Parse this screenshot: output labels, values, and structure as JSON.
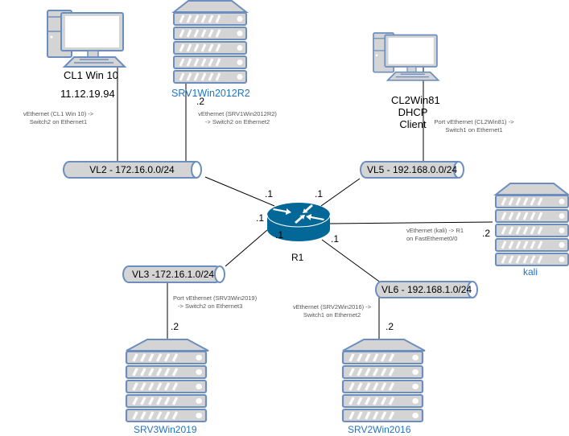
{
  "diagram": {
    "colors": {
      "device_fill": "#d4d4d4",
      "device_stroke": "#6c8ebf",
      "router_fill": "#036897",
      "router_arrow": "#ffffff",
      "link": "#000000",
      "hostname_blue": "#1f73c6",
      "note_text": "#555555"
    },
    "devices": {
      "cl1": {
        "name": "CL1 Win 10",
        "ip": "11.12.19.94",
        "type": "pc"
      },
      "srv1": {
        "name": "SRV1Win2012R2",
        "type": "server"
      },
      "cl2": {
        "name_lines": [
          "CL2Win81",
          "DHCP",
          "Client"
        ],
        "type": "pc"
      },
      "kali": {
        "name": "kali",
        "type": "server"
      },
      "srv3": {
        "name": "SRV3Win2019",
        "type": "server"
      },
      "srv2": {
        "name": "SRV2Win2016",
        "type": "server"
      },
      "r1": {
        "name": "R1",
        "type": "router"
      }
    },
    "segments": {
      "vl2": "VL2 - 172.16.0.0/24",
      "vl5": "VL5 - 192.168.0.0/24",
      "vl3": "VL3 -172.16.1.0/24",
      "vl6": "VL6 - 192.168.1.0/24"
    },
    "notes": {
      "cl1": [
        "vEthernet (CL1 Win 10) ->",
        "Switch2 on Ethernet1"
      ],
      "srv1": [
        "vEthernet (SRV1Win2012R2)",
        "-> Switch2 on  Ethernet2"
      ],
      "cl2": [
        "Port vEthernet (CL2Win81) ->",
        "Switch1 on Ethernet1"
      ],
      "kali": [
        "vEthernet (kali) -> R1",
        "on  FastEthemet0/0"
      ],
      "srv3": [
        "Port vEthernet (SRV3Win2019)",
        "->  Switch2 on Ethernet3"
      ],
      "srv2": [
        "vEthernet (SRV2Win2016) ->",
        "Switch1 on Ethernet2"
      ]
    },
    "addresses": {
      "srv1": ".2",
      "kali": ".2",
      "srv3": ".2",
      "srv2": ".2",
      "r1_vl2": ".1",
      "r1_vl5": ".1",
      "r1_vl3_a": ".1",
      "r1_vl3_b": ".1",
      "r1_vl6": ".1"
    }
  }
}
